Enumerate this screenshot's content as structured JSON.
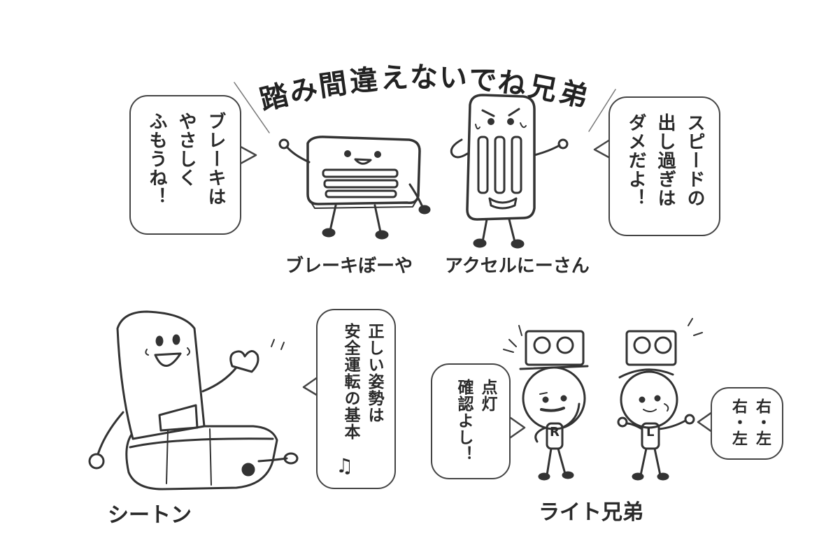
{
  "title": {
    "chars": [
      "踏",
      "み",
      "間",
      "違",
      "え",
      "な",
      "い",
      "で",
      "ね",
      "兄",
      "弟"
    ]
  },
  "brake": {
    "name": "ブレーキぼーや",
    "bubble_lines": [
      "ブレーキは",
      "やさしく",
      "ふもうね！"
    ]
  },
  "accel": {
    "name": "アクセルにーさん",
    "bubble_lines": [
      "スピードの",
      "出し過ぎは",
      "ダメだよ！"
    ]
  },
  "seat": {
    "name": "シートン",
    "bubble_lines": [
      "正しい姿勢は",
      "安全運転の基本",
      "♫"
    ]
  },
  "lights": {
    "name": "ライト兄弟",
    "bubble_left_lines": [
      "点灯",
      "確認よし！"
    ],
    "bubble_right_lines": [
      "右・左",
      "右・左"
    ],
    "badge_left": "R",
    "badge_right": "L"
  },
  "colors": {
    "ink": "#2a2a2a",
    "line": "#444444",
    "background": "#ffffff"
  }
}
